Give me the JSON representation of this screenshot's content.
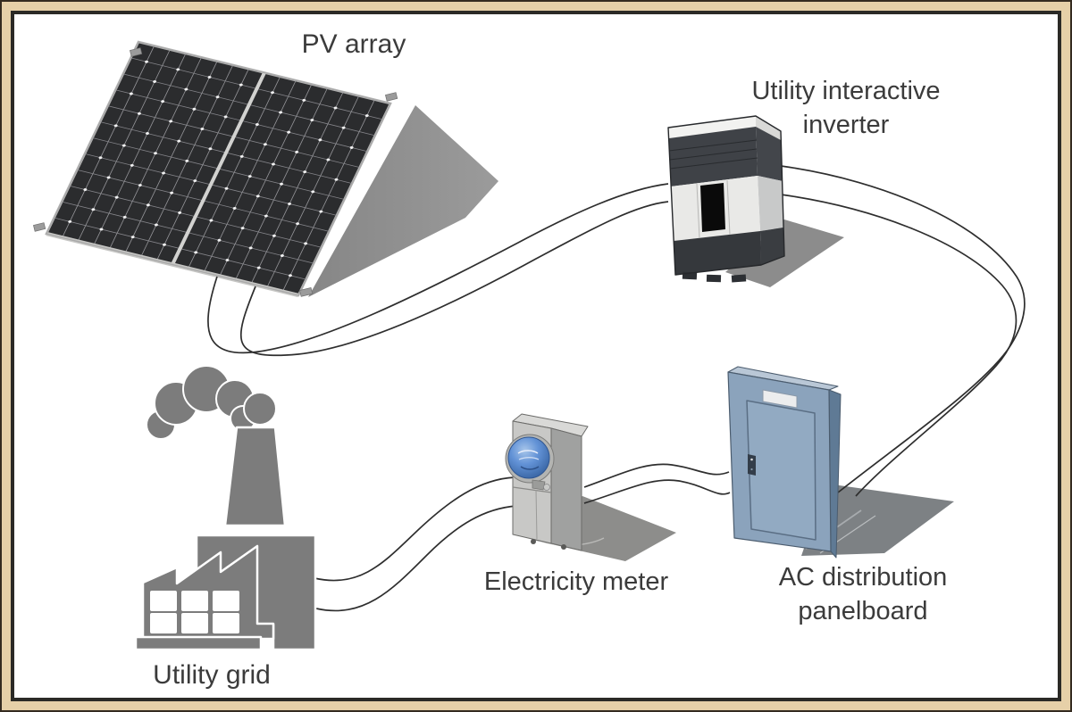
{
  "figure": {
    "type": "system-diagram",
    "subject": "Grid-tied solar photovoltaic system",
    "labels": {
      "pv_array": "PV array",
      "inverter_line1": "Utility interactive",
      "inverter_line2": "inverter",
      "electricity_meter": "Electricity meter",
      "panelboard_line1": "AC distribution",
      "panelboard_line2": "panelboard",
      "utility_grid": "Utility grid"
    },
    "components": [
      "PV array",
      "Utility interactive inverter",
      "AC distribution panelboard",
      "Electricity meter",
      "Utility grid"
    ],
    "connections": [
      "PV array - Utility interactive inverter (2 wires)",
      "Utility interactive inverter - AC distribution panelboard (2 wires, large loop to the right)",
      "AC distribution panelboard - Electricity meter (2 wires)",
      "Electricity meter - Utility grid (2 wires)"
    ],
    "colors": {
      "frame_tan": "#e6d0a8",
      "frame_dark": "#2b2a26",
      "text": "#3b3b3b",
      "wire": "#2e2e2e",
      "factory_gray": "#7c7c7c",
      "panelboard_blue": "#8ba3bc",
      "panelboard_side_blue": "#5f7a95",
      "meter_dome_blue": "#4a7fc1",
      "inverter_dark": "#3f4247",
      "pv_cell_dark": "#2b2c2e",
      "shadow_gray": "#8c8c8c"
    }
  }
}
